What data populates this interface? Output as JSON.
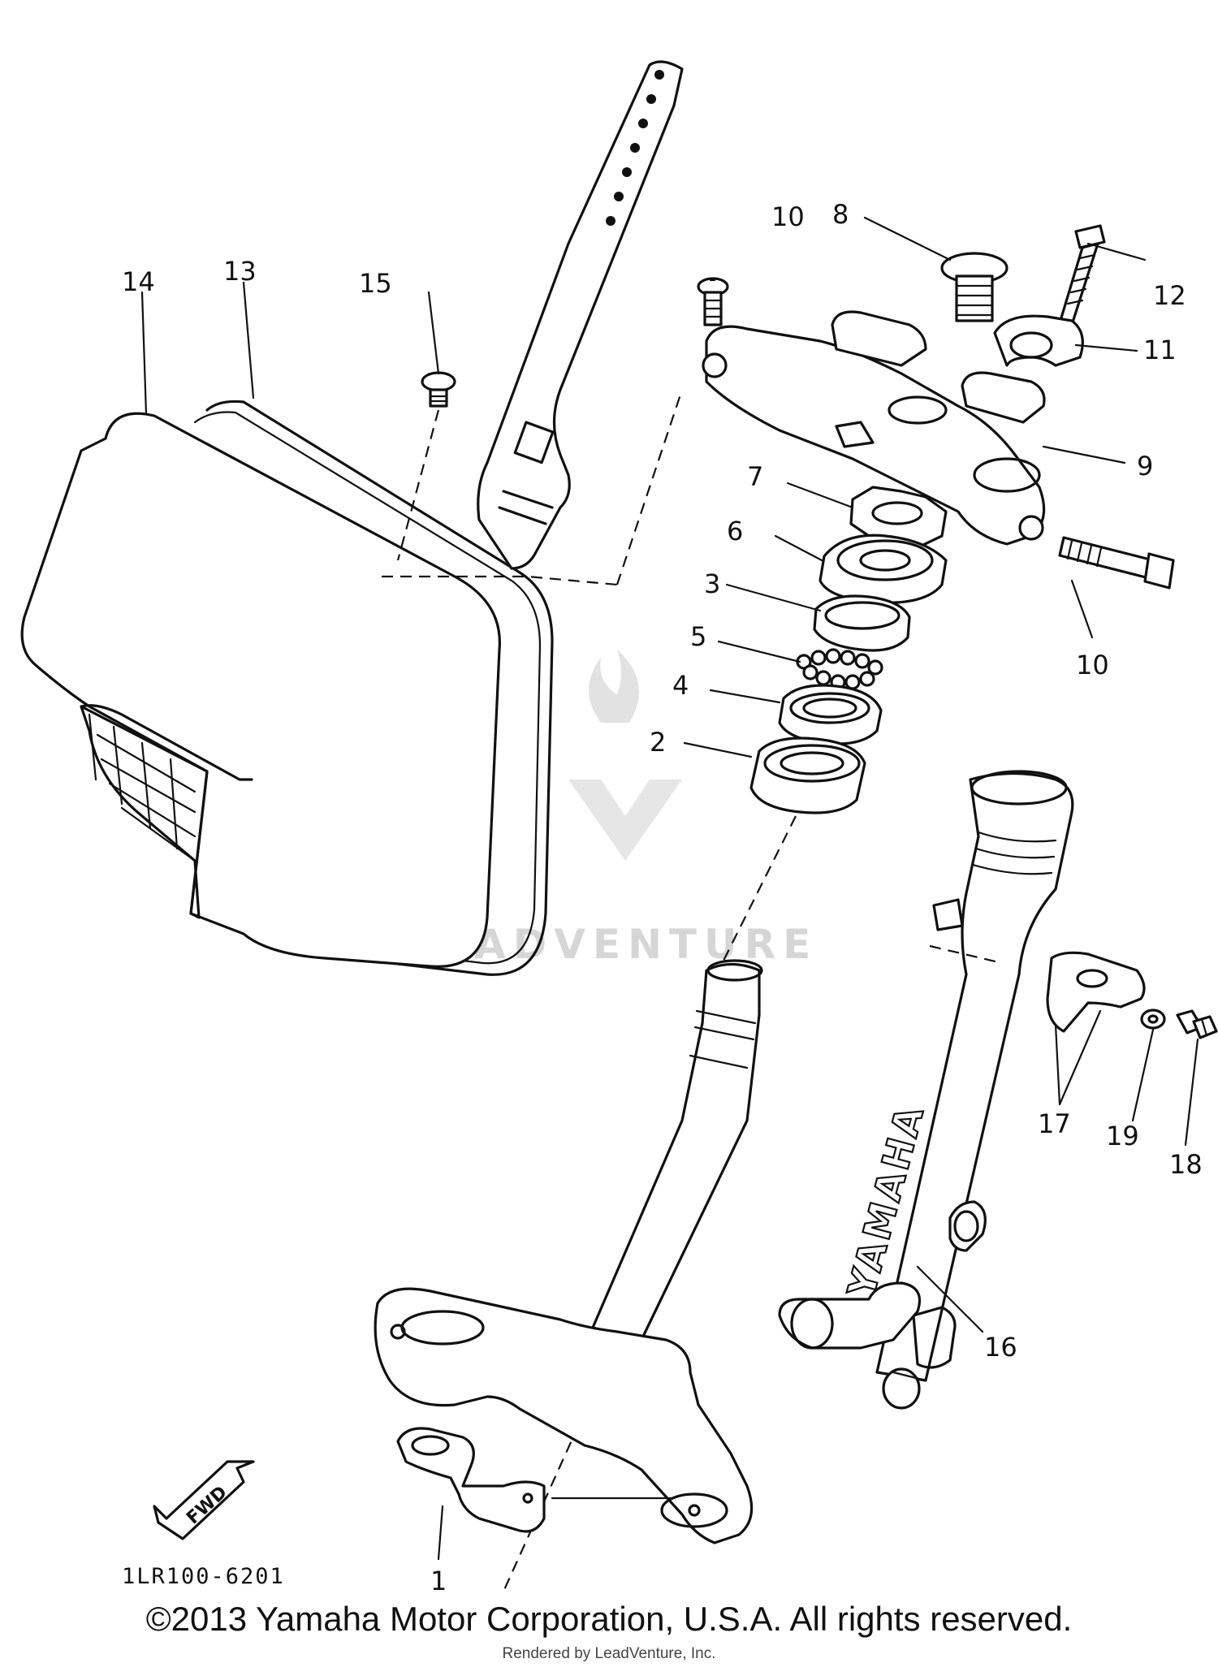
{
  "diagram_code": "1LR100-6201",
  "fwd_label": "FWD",
  "fork_brand": "YAMAHA",
  "watermark_text": "LEADVENTURE",
  "copyright": "©2013 Yamaha Motor Corporation, U.S.A. All rights reserved.",
  "rendered_by": "Rendered by LeadVenture, Inc.",
  "callouts": [
    {
      "id": "c1",
      "label": "1"
    },
    {
      "id": "c2",
      "label": "2"
    },
    {
      "id": "c3",
      "label": "3"
    },
    {
      "id": "c4",
      "label": "4"
    },
    {
      "id": "c5",
      "label": "5"
    },
    {
      "id": "c6",
      "label": "6"
    },
    {
      "id": "c7",
      "label": "7"
    },
    {
      "id": "c8",
      "label": "8"
    },
    {
      "id": "c9",
      "label": "9"
    },
    {
      "id": "c10a",
      "label": "10"
    },
    {
      "id": "c10b",
      "label": "10"
    },
    {
      "id": "c11",
      "label": "11"
    },
    {
      "id": "c12",
      "label": "12"
    },
    {
      "id": "c13",
      "label": "13"
    },
    {
      "id": "c14",
      "label": "14"
    },
    {
      "id": "c15",
      "label": "15"
    },
    {
      "id": "c16",
      "label": "16"
    },
    {
      "id": "c17",
      "label": "17"
    },
    {
      "id": "c18",
      "label": "18"
    },
    {
      "id": "c19",
      "label": "19"
    }
  ],
  "colors": {
    "ink": "#111111",
    "watermark": "#d6d6d6",
    "background": "#ffffff"
  }
}
